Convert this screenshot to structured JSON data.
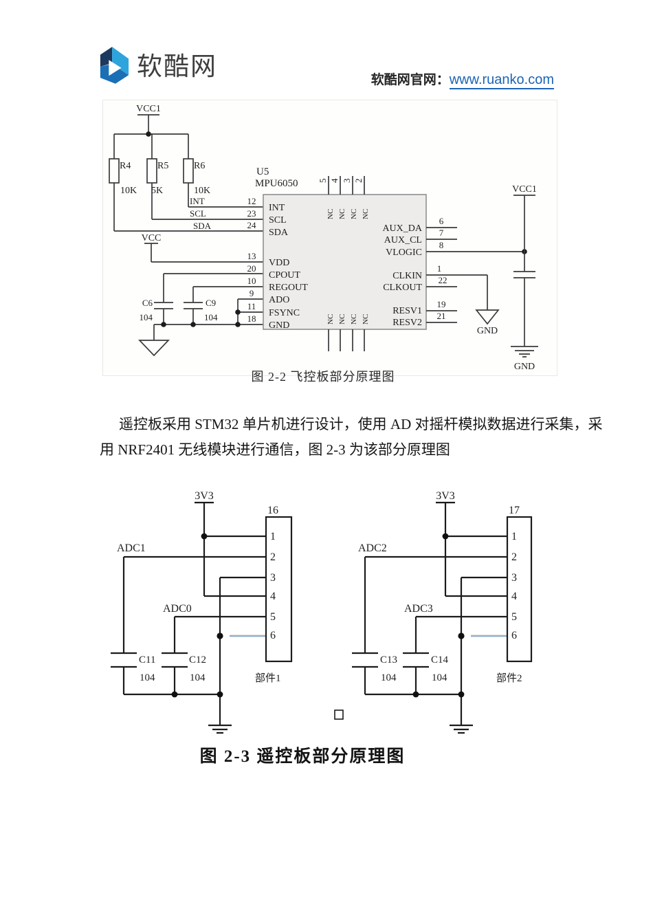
{
  "header": {
    "logo_text": "软酷网",
    "site_label": "软酷网官网：",
    "site_url": "www.ruanko.com",
    "link_color": "#1b64b6",
    "logo_colors": {
      "dark": "#1d3a5e",
      "light": "#2ea4dd",
      "mid": "#1b6fb5"
    }
  },
  "fig1": {
    "caption": "图 2-2 飞控板部分原理图",
    "ref": "U5",
    "part": "MPU6050",
    "power": {
      "vcc1_left": "VCC1",
      "vcc": "VCC",
      "vcc1_right": "VCC1",
      "gnd_mid": "GND",
      "gnd_right": "GND"
    },
    "resistors": [
      {
        "ref": "R4",
        "val": "10K"
      },
      {
        "ref": "R5",
        "val": "5K"
      },
      {
        "ref": "R6",
        "val": "10K"
      }
    ],
    "caps": [
      {
        "ref": "C6",
        "val": "104"
      },
      {
        "ref": "C9",
        "val": "104"
      }
    ],
    "left_pins": [
      {
        "name": "INT",
        "num": "12"
      },
      {
        "name": "SCL",
        "num": "23"
      },
      {
        "name": "SDA",
        "num": "24"
      },
      {
        "name": "VDD",
        "num": "13"
      },
      {
        "name": "CPOUT",
        "num": "20"
      },
      {
        "name": "REGOUT",
        "num": "10"
      },
      {
        "name": "ADO",
        "num": "9"
      },
      {
        "name": "FSYNC",
        "num": "11"
      },
      {
        "name": "GND",
        "num": "18"
      }
    ],
    "right_pins": [
      {
        "name": "AUX_DA",
        "num": "6"
      },
      {
        "name": "AUX_CL",
        "num": "7"
      },
      {
        "name": "VLOGIC",
        "num": "8"
      },
      {
        "name": "CLKIN",
        "num": "1"
      },
      {
        "name": "CLKOUT",
        "num": "22"
      },
      {
        "name": "RESV1",
        "num": "19"
      },
      {
        "name": "RESV2",
        "num": "21"
      }
    ],
    "top_pin_nums": [
      "5",
      "4",
      "3",
      "2"
    ],
    "nc": "NC"
  },
  "paragraph": {
    "line1": "遥控板采用 STM32 单片机进行设计，使用 AD 对摇杆模拟数据进行采集，采",
    "line2": "用 NRF2401 无线模块进行通信，图 2-3 为该部分原理图"
  },
  "fig2": {
    "caption": "图 2-3 遥控板部分原理图",
    "left": {
      "power": "3V3",
      "conn": "16",
      "part": "部件1",
      "adc_top": "ADC1",
      "adc_bot": "ADC0",
      "caps": [
        {
          "ref": "C11",
          "val": "104"
        },
        {
          "ref": "C12",
          "val": "104"
        }
      ],
      "pins": [
        "1",
        "2",
        "3",
        "4",
        "5",
        "6"
      ]
    },
    "right": {
      "power": "3V3",
      "conn": "17",
      "part": "部件2",
      "adc_top": "ADC2",
      "adc_bot": "ADC3",
      "caps": [
        {
          "ref": "C13",
          "val": "104"
        },
        {
          "ref": "C14",
          "val": "104"
        }
      ],
      "pins": [
        "1",
        "2",
        "3",
        "4",
        "5",
        "6"
      ]
    }
  }
}
